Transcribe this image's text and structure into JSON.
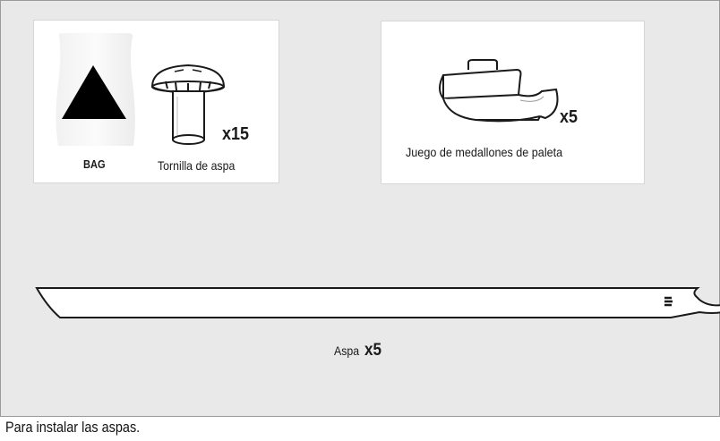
{
  "parts": {
    "bag": {
      "label": "BAG",
      "icon": "warning-bag-icon"
    },
    "screw": {
      "label": "Tornilla de aspa",
      "quantity": "x15",
      "icon": "screw-icon"
    },
    "medallion": {
      "label": "Juego de medallones de paleta",
      "quantity": "x5",
      "icon": "blade-medallion-icon"
    },
    "blade": {
      "label": "Aspa",
      "quantity": "x5",
      "icon": "fan-blade-icon"
    }
  },
  "footer": {
    "note": "Para instalar las aspas."
  },
  "colors": {
    "panel_background": "#e9e9e9",
    "card_background": "#ffffff",
    "ink": "#1a1a1a"
  }
}
